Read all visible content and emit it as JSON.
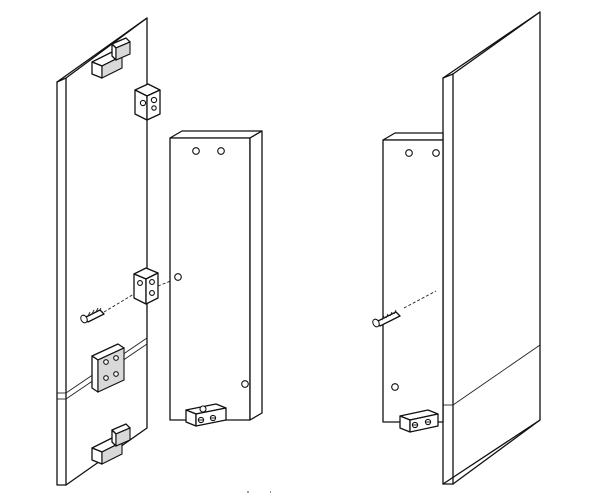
{
  "figure": {
    "description_kind": "exploded-assembly-line-drawing",
    "panels": [
      "left-exploded-view",
      "right-assembled-view"
    ],
    "colors": {
      "line": "#111111",
      "background": "#ffffff",
      "shade": "#d9d9d9"
    }
  }
}
